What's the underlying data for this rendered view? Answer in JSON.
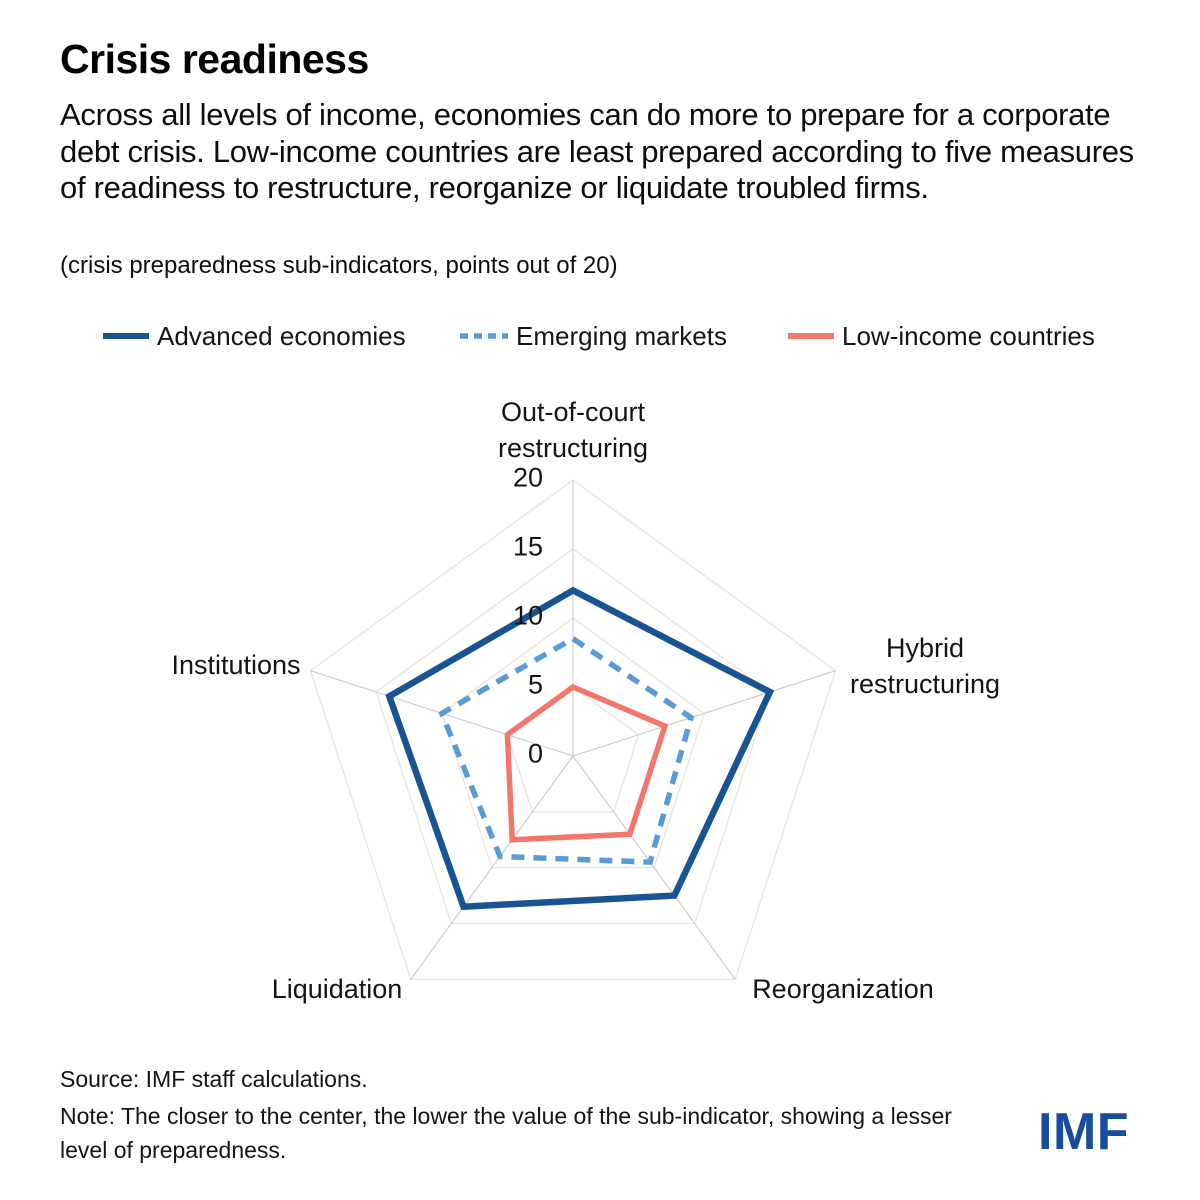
{
  "header": {
    "title": "Crisis readiness",
    "subtitle": "Across all levels of income, economies can do more to prepare for a corporate debt crisis. Low-income countries are least prepared according to five measures of readiness to restructure, reorganize or liquidate troubled firms.",
    "caption": "(crisis preparedness sub-indicators, points out of 20)"
  },
  "legend": [
    {
      "label": "Advanced economies",
      "color": "#1a5392",
      "style": "solid"
    },
    {
      "label": "Emerging markets",
      "color": "#5b9bd5",
      "style": "dashed"
    },
    {
      "label": "Low-income countries",
      "color": "#f3766c",
      "style": "solid"
    }
  ],
  "chart_data": {
    "type": "radar",
    "title": "Crisis readiness",
    "units": "points out of 20",
    "categories": [
      "Out-of-court restructuring",
      "Hybrid restructuring",
      "Reorganization",
      "Liquidation",
      "Institutions"
    ],
    "category_label_lines": [
      [
        "Out-of-court",
        "restructuring"
      ],
      [
        "Hybrid",
        "restructuring"
      ],
      [
        "Reorganization"
      ],
      [
        "Liquidation"
      ],
      [
        "Institutions"
      ]
    ],
    "series": [
      {
        "name": "Advanced economies",
        "values": [
          12,
          15,
          12.5,
          13.5,
          14
        ],
        "color": "#1a5392",
        "dash": false
      },
      {
        "name": "Emerging markets",
        "values": [
          8.5,
          9,
          9.5,
          9,
          10
        ],
        "color": "#5b9bd5",
        "dash": true
      },
      {
        "name": "Low-income countries",
        "values": [
          5,
          7,
          7,
          7.5,
          5
        ],
        "color": "#f3766c",
        "dash": false
      }
    ],
    "ticks": [
      0,
      5,
      10,
      15,
      20
    ],
    "rmin": 0,
    "rmax": 20,
    "grid": true,
    "grid_ring_color": "#e9e4dc",
    "spoke_color": "#cdc9c9",
    "legend_position": "top"
  },
  "footer": {
    "source": "Source: IMF staff calculations.",
    "note": "Note: The closer to the center, the lower the value of the sub-indicator, showing a lesser level of preparedness.",
    "logo": "IMF"
  }
}
